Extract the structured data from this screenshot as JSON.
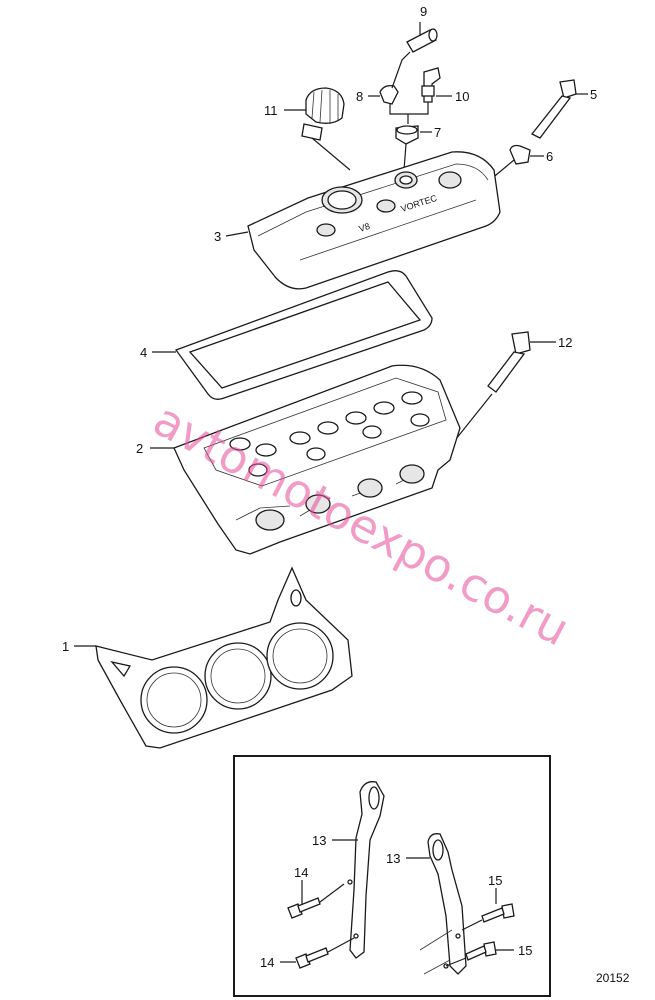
{
  "callouts": {
    "c1": "1",
    "c2": "2",
    "c3": "3",
    "c4": "4",
    "c5": "5",
    "c6": "6",
    "c7": "7",
    "c8": "8",
    "c9": "9",
    "c10": "10",
    "c11": "11",
    "c12": "12",
    "c13a": "13",
    "c13b": "13",
    "c14a": "14",
    "c14b": "14",
    "c15a": "15",
    "c15b": "15"
  },
  "cover_text": {
    "engine": "V8",
    "brand": "VORTEC"
  },
  "figure_number": "20152",
  "watermark": "avtomotoexpo.co.ru",
  "colors": {
    "ink": "#1a1a1a",
    "watermark": "#e84a9a"
  }
}
